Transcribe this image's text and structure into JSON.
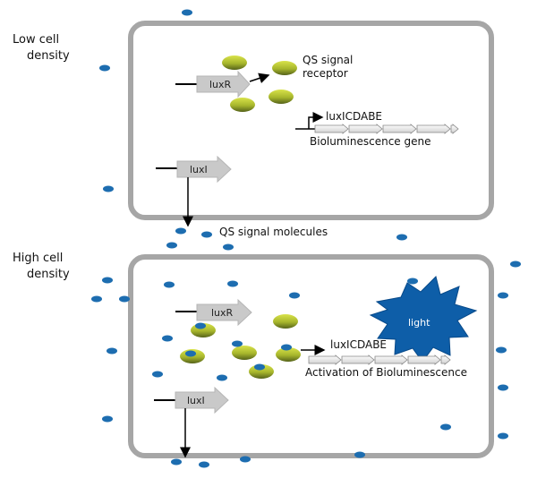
{
  "panels": {
    "low": {
      "title_line1": "Low cell",
      "title_line2": "density"
    },
    "high": {
      "title_line1": "High cell",
      "title_line2": "density"
    }
  },
  "genes": {
    "luxR": "luxR",
    "luxI": "luxI",
    "operon": "luxICDABE"
  },
  "labels": {
    "receptor_line1": "QS signal",
    "receptor_line2": "receptor",
    "bioluminescence_gene": "Bioluminescence gene",
    "signal_molecules": "QS signal molecules",
    "activation": "Activation of Bioluminescence",
    "light": "light"
  },
  "colors": {
    "cell_border": "#a6a6a6",
    "signal_molecule": "#1d6db0",
    "receptor_top": "#c8d63a",
    "receptor_bottom": "#5d6b1e",
    "light_burst": "#0e5ea8",
    "gene_arrow": "#c9c9c9"
  }
}
